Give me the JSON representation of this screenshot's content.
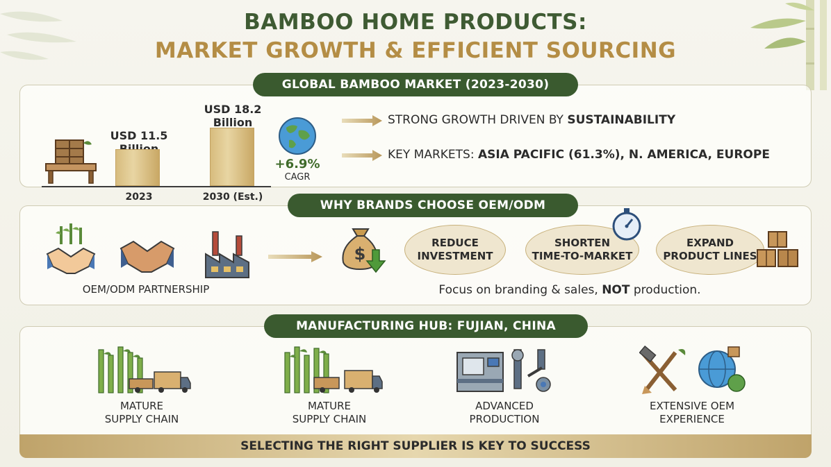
{
  "header": {
    "title_line1": "BAMBOO HOME PRODUCTS:",
    "title_line2": "MARKET GROWTH & EFFICIENT SOURCING"
  },
  "market": {
    "banner": "GLOBAL BAMBOO MARKET (2023-2030)",
    "bars": [
      {
        "value_label": "USD 11.5",
        "unit_label": "Billion",
        "year": "2023",
        "value": 11.5
      },
      {
        "value_label": "USD 18.2",
        "unit_label": "Billion",
        "year": "2030 (Est.)",
        "value": 18.2
      }
    ],
    "cagr_value": "+6.9%",
    "cagr_label": "CAGR",
    "point1_prefix": "STRONG GROWTH DRIVEN BY ",
    "point1_bold": "SUSTAINABILITY",
    "point2_prefix": "KEY MARKETS: ",
    "point2_bold": "ASIA PACIFIC (61.3%), N. AMERICA, EUROPE"
  },
  "oem": {
    "banner": "WHY BRANDS CHOOSE OEM/ODM",
    "partnership_label": "OEM/ODM PARTNERSHIP",
    "benefits": [
      {
        "line1": "REDUCE",
        "line2": "INVESTMENT"
      },
      {
        "line1": "SHORTEN",
        "line2": "TIME-TO-MARKET"
      },
      {
        "line1": "EXPAND",
        "line2": "PRODUCT LINES"
      }
    ],
    "focus_prefix": "Focus on branding & sales, ",
    "focus_bold": "NOT",
    "focus_suffix": " production."
  },
  "hub": {
    "banner": "MANUFACTURING HUB: FUJIAN, CHINA",
    "items": [
      {
        "line1": "MATURE",
        "line2": "SUPPLY CHAIN"
      },
      {
        "line1": "MATURE",
        "line2": "SUPPLY CHAIN"
      },
      {
        "line1": "ADVANCED",
        "line2": "PRODUCTION"
      },
      {
        "line1": "EXTENSIVE OEM",
        "line2": "EXPERIENCE"
      }
    ],
    "footer": "SELECTING THE RIGHT SUPPLIER IS KEY TO SUCCESS"
  },
  "colors": {
    "green": "#3a5a2f",
    "gold": "#b48d45",
    "bar_gold": "#d7bc7e"
  }
}
